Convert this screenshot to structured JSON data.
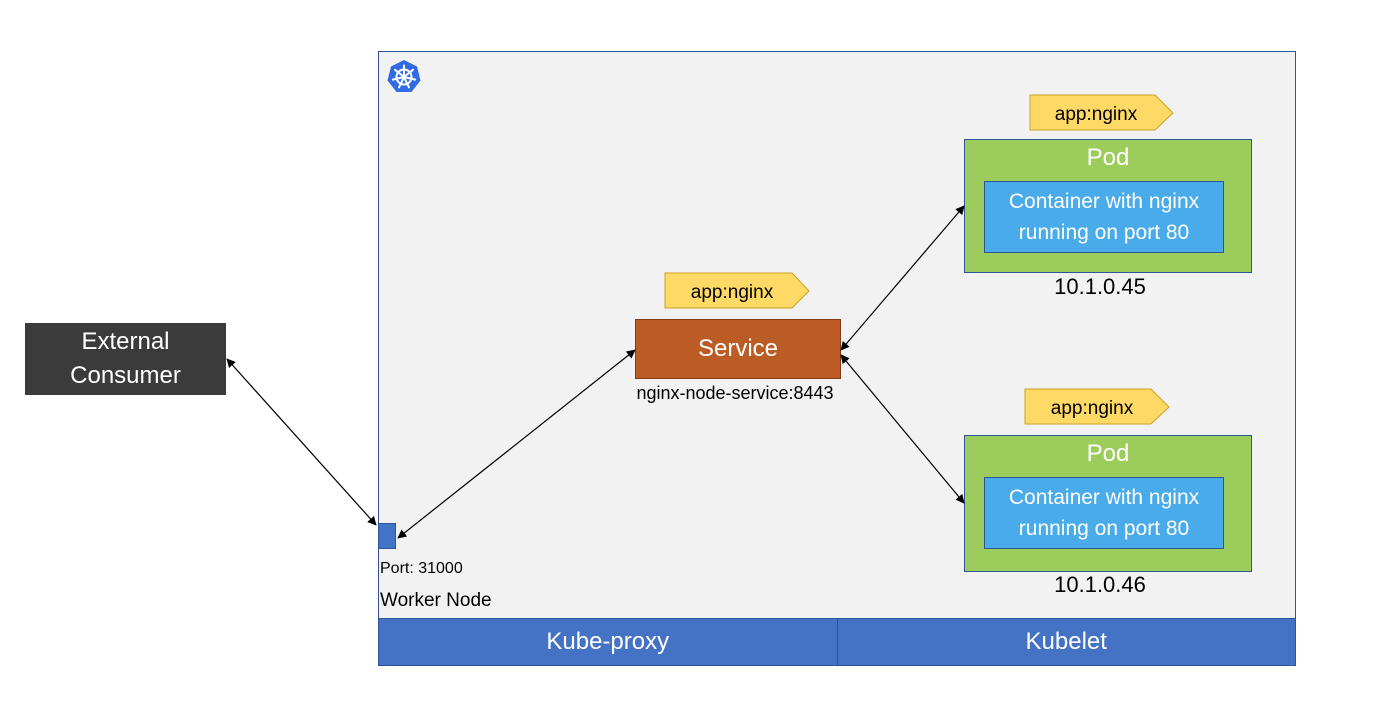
{
  "diagram": {
    "external_consumer": {
      "line1": "External",
      "line2": "Consumer"
    },
    "service": {
      "label": "Service",
      "name": "nginx-node-service:8443",
      "tag": "app:nginx"
    },
    "pods": [
      {
        "title": "Pod",
        "container_line1": "Container with nginx",
        "container_line2": "running on port 80",
        "ip": "10.1.0.45",
        "tag": "app:nginx"
      },
      {
        "title": "Pod",
        "container_line1": "Container with nginx",
        "container_line2": "running on port 80",
        "ip": "10.1.0.46",
        "tag": "app:nginx"
      }
    ],
    "node_port": {
      "label": "Port: 31000"
    },
    "worker_node": {
      "label": "Worker Node"
    },
    "footer": {
      "kube_proxy": "Kube-proxy",
      "kubelet": "Kubelet"
    }
  },
  "colors": {
    "worker_node_bg": "#f2f2f2",
    "service": "#bb5c25",
    "pod": "#9ccc5c",
    "container": "#4aabea",
    "label_tag": "#ffd966",
    "footer": "#4472c4",
    "external_consumer": "#3b3b3b",
    "kubernetes_logo": "#326ce5"
  },
  "icons": {
    "logo": "kubernetes-logo-icon"
  }
}
